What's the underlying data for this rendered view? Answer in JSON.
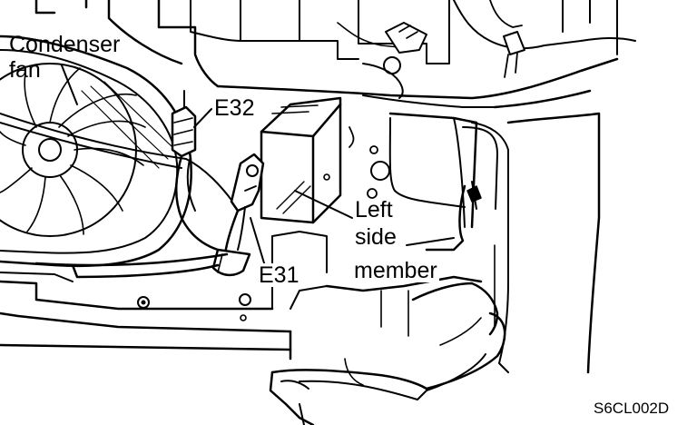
{
  "callouts": {
    "condenser_fan_line1": "Condenser",
    "condenser_fan_line2": "fan",
    "connector_e32": "E32",
    "connector_e31": "E31",
    "left_side_member_line1": "Left",
    "left_side_member_line2": "side",
    "left_side_member_line3": "member"
  },
  "figure_code": "S6CL002D"
}
